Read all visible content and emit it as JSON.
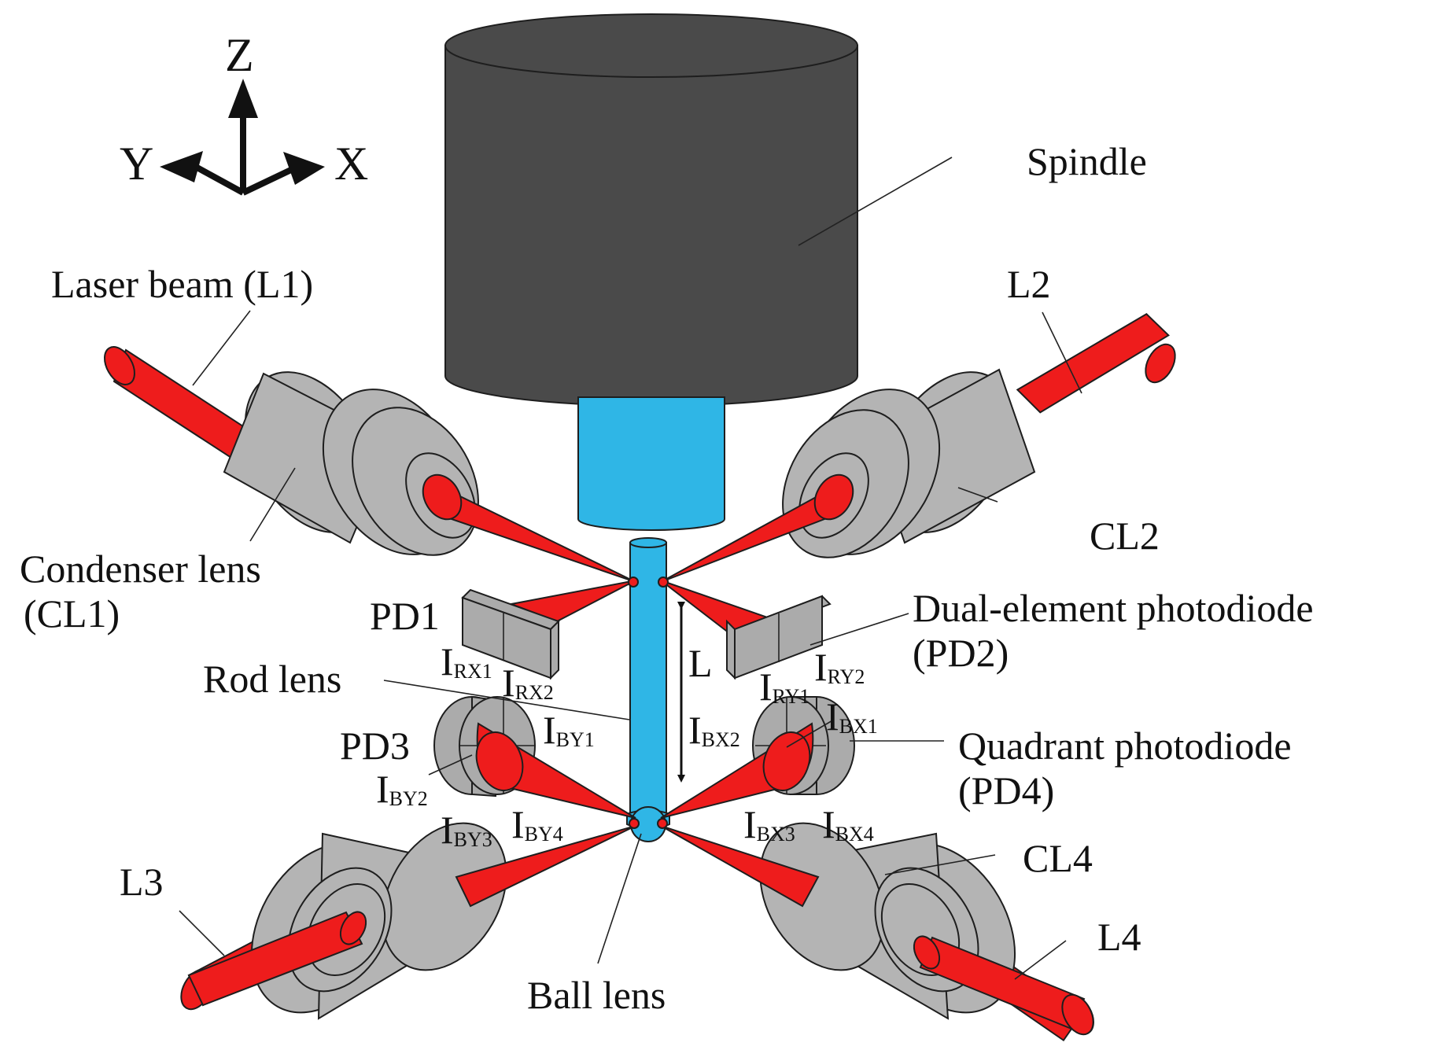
{
  "colors": {
    "spindle": "#4a4a4a",
    "rod": "#2fb6e6",
    "laser": "#ee1c1c",
    "lens": "#b4b4b4",
    "photodiode": "#ababab",
    "outline": "#1e1e1e"
  },
  "axes": {
    "z": "Z",
    "y": "Y",
    "x": "X"
  },
  "labels": {
    "spindle": "Spindle",
    "l1": "Laser beam (L1)",
    "l2": "L2",
    "l3": "L3",
    "l4": "L4",
    "cl1_line1": "Condenser lens",
    "cl1_line2": "(CL1)",
    "cl2": "CL2",
    "cl4": "CL4",
    "pd1": "PD1",
    "pd2_line1": "Dual-element photodiode",
    "pd2_line2": "(PD2)",
    "pd3": "PD3",
    "pd4_line1": "Quadrant photodiode",
    "pd4_line2": "(PD4)",
    "rod_lens": "Rod lens",
    "ball_lens": "Ball lens",
    "length": "L"
  },
  "currents": [
    {
      "id": "irx1",
      "main": "I",
      "sub": "RX1"
    },
    {
      "id": "irx2",
      "main": "I",
      "sub": "RX2"
    },
    {
      "id": "iry1",
      "main": "I",
      "sub": "RY1"
    },
    {
      "id": "iry2",
      "main": "I",
      "sub": "RY2"
    },
    {
      "id": "iby1",
      "main": "I",
      "sub": "BY1"
    },
    {
      "id": "iby2",
      "main": "I",
      "sub": "BY2"
    },
    {
      "id": "iby3",
      "main": "I",
      "sub": "BY3"
    },
    {
      "id": "iby4",
      "main": "I",
      "sub": "BY4"
    },
    {
      "id": "ibx1",
      "main": "I",
      "sub": "BX1"
    },
    {
      "id": "ibx2",
      "main": "I",
      "sub": "BX2"
    },
    {
      "id": "ibx3",
      "main": "I",
      "sub": "BX3"
    },
    {
      "id": "ibx4",
      "main": "I",
      "sub": "BX4"
    }
  ]
}
